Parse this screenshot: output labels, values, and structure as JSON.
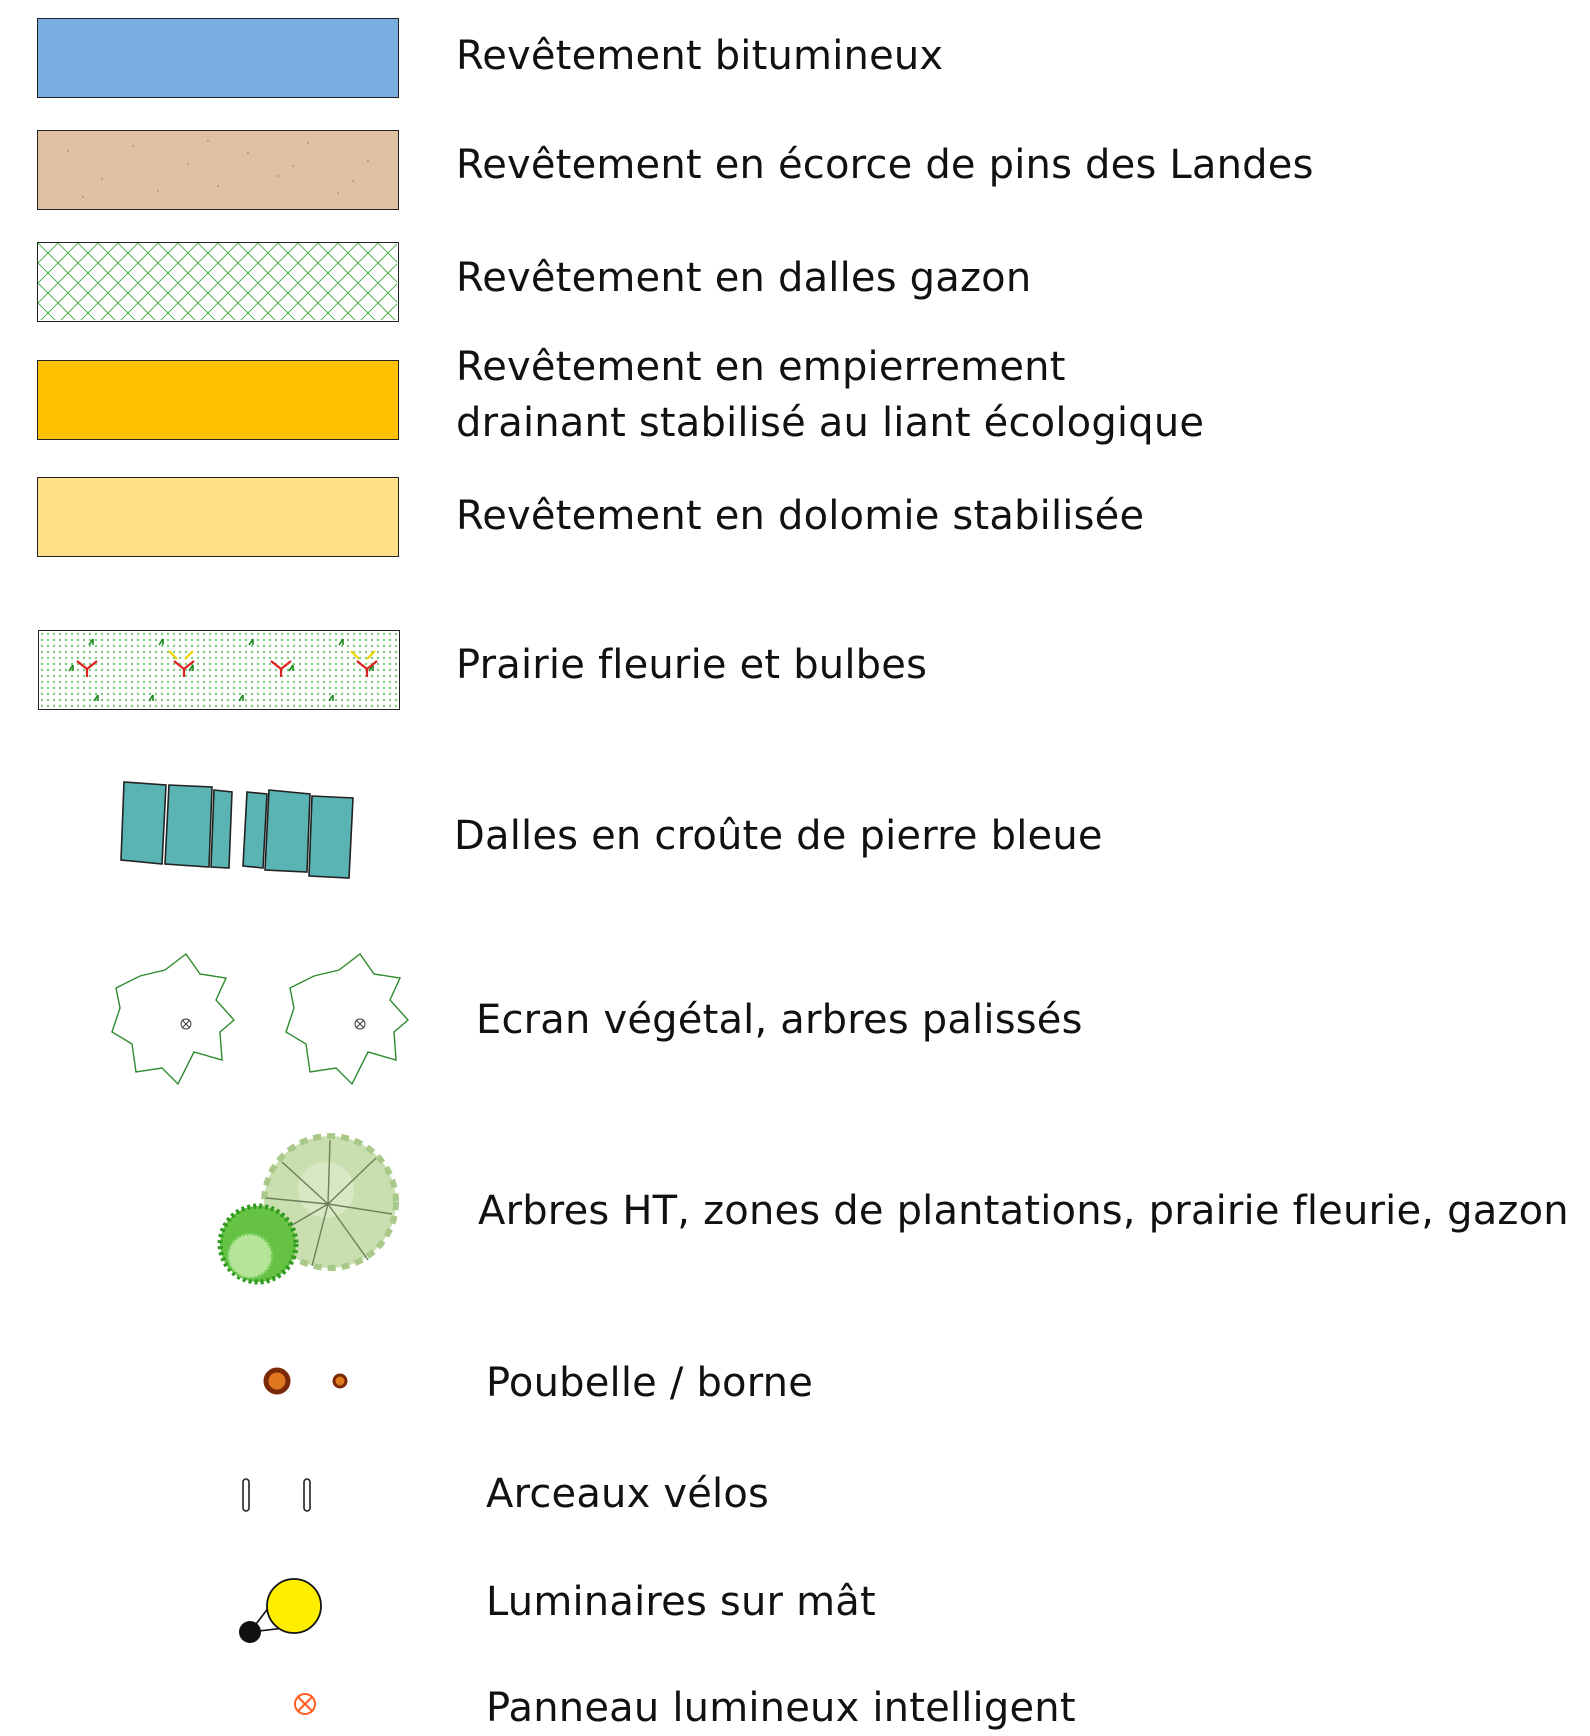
{
  "legend": {
    "items": [
      {
        "label": "Revêtement bitumineux",
        "symbol": "blue-fill-swatch",
        "color": "#7aaee0"
      },
      {
        "label": "Revêtement  en écorce de pins des Landes",
        "symbol": "bark-dotted-swatch",
        "color": "#dfc0a1"
      },
      {
        "label": "Revêtement  en dalles gazon",
        "symbol": "green-crosshatch-swatch",
        "color": "#3aa83a"
      },
      {
        "label_lines": [
          "Revêtement en empierrement",
          "drainant stabilisé au liant écologique"
        ],
        "symbol": "orange-fill-swatch",
        "color": "#ffc000"
      },
      {
        "label": "Revêtement en dolomie stabilisée",
        "symbol": "pale-yellow-swatch",
        "color": "#ffdf88"
      },
      {
        "label": "Prairie fleurie et bulbes",
        "symbol": "meadow-flowers-swatch",
        "color": "#8ad48a"
      },
      {
        "label": "Dalles en croûte de pierre bleue",
        "symbol": "bluestone-slabs-icon",
        "color": "#5ab4b4"
      },
      {
        "label": "Ecran végétal, arbres palissés",
        "symbol": "espalier-tree-outline-icon",
        "color": "#2e8b2e"
      },
      {
        "label": "Arbres HT, zones de plantations, prairie fleurie, gazon",
        "symbol": "tree-canopy-icon",
        "color": "#c9dfb0"
      },
      {
        "label": "Poubelle / borne",
        "symbol": "bin-bollard-dots-icon",
        "color": "#8b3a0a"
      },
      {
        "label": "Arceaux vélos",
        "symbol": "bike-rack-icon",
        "color": "#222222"
      },
      {
        "label": "Luminaires sur mât",
        "symbol": "street-light-icon",
        "color": "#ffee00"
      },
      {
        "label": "Panneau lumineux intelligent",
        "symbol": "smart-sign-icon",
        "color": "#ff5a1f"
      }
    ]
  }
}
